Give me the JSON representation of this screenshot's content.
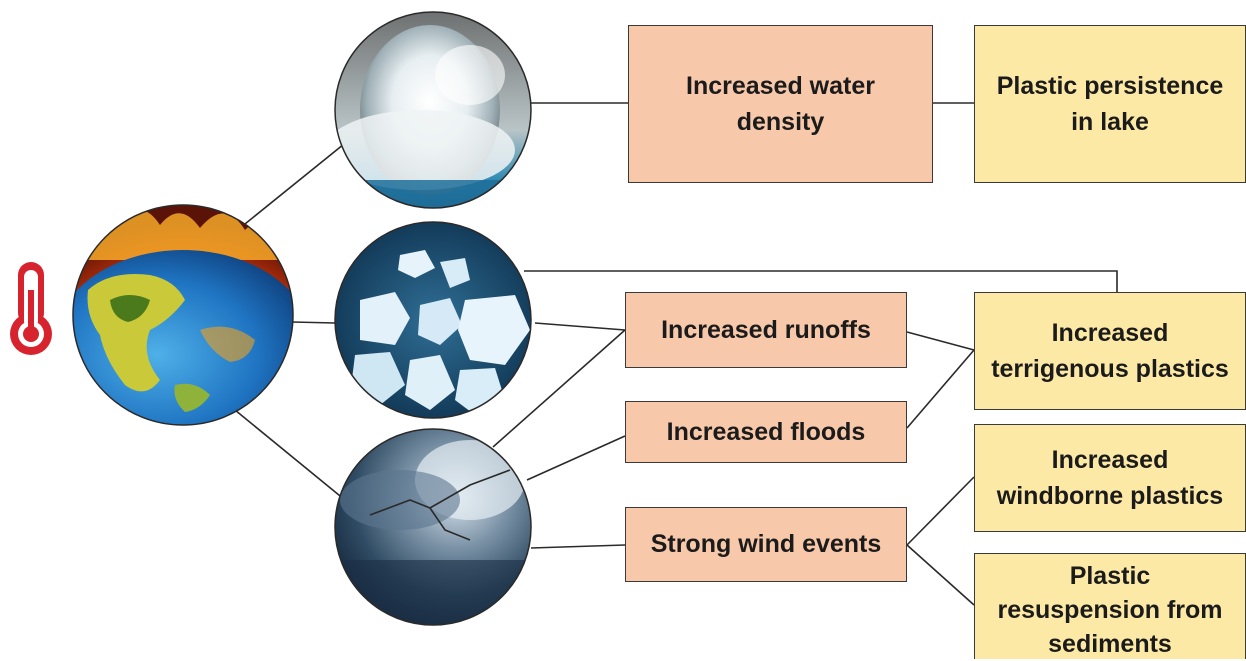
{
  "colors": {
    "effect_box": "#f8c8aa",
    "outcome_box": "#fde9a6",
    "connector": "#2a2a2a",
    "thermometer": "#d7232e"
  },
  "icons": {
    "thermometer": "thermometer-icon",
    "earth": "burning-earth-illustration",
    "geyser": "geyser-photo",
    "ice": "melting-ice-photo",
    "storm": "storm-photo"
  },
  "diagram": {
    "effects": {
      "water_density": "Increased water\ndensity",
      "runoffs": "Increased runoffs",
      "floods": "Increased floods",
      "wind": "Strong wind events"
    },
    "outcomes": {
      "persistence": "Plastic persistence\nin lake",
      "terrigenous": "Increased\nterrigenous plastics",
      "windborne": "Increased\nwindborne plastics",
      "resuspension": "Plastic\nresuspension from\nsediments"
    }
  }
}
